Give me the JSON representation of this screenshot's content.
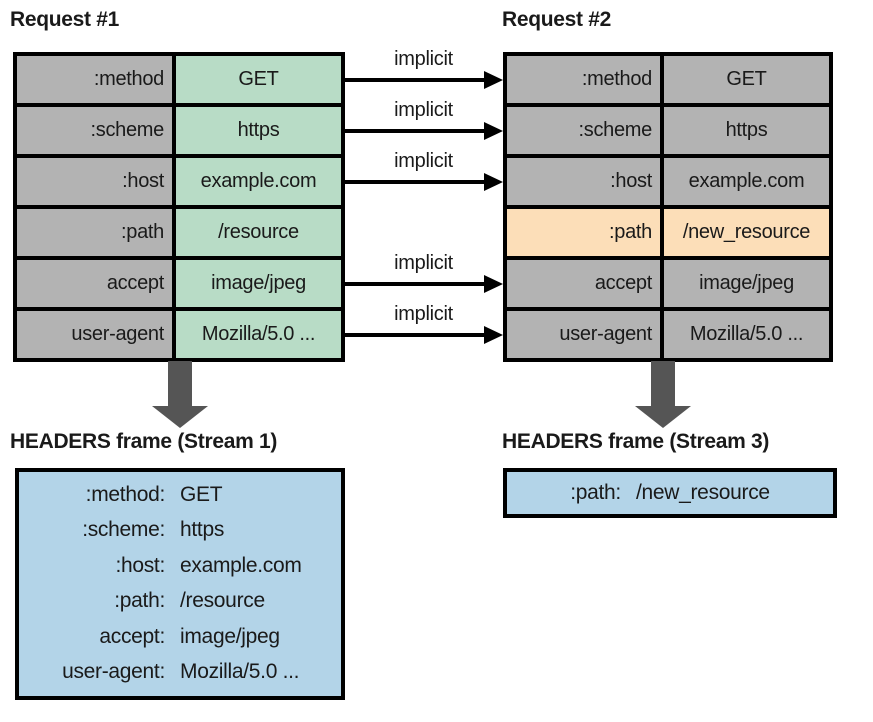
{
  "colors": {
    "cell_gray": "#b3b3b3",
    "cell_green": "#b8dcc6",
    "cell_orange": "#fcdeb8",
    "frame_blue": "#b3d4e8",
    "arrow_dark": "#555555",
    "border": "#000000"
  },
  "request1": {
    "title": "Request #1",
    "rows": [
      {
        "key": ":method",
        "value": "GET"
      },
      {
        "key": ":scheme",
        "value": "https"
      },
      {
        "key": ":host",
        "value": "example.com"
      },
      {
        "key": ":path",
        "value": "/resource"
      },
      {
        "key": "accept",
        "value": "image/jpeg"
      },
      {
        "key": "user-agent",
        "value": "Mozilla/5.0 ..."
      }
    ]
  },
  "request2": {
    "title": "Request #2",
    "rows": [
      {
        "key": ":method",
        "value": "GET"
      },
      {
        "key": ":scheme",
        "value": "https"
      },
      {
        "key": ":host",
        "value": "example.com"
      },
      {
        "key": ":path",
        "value": "/new_resource",
        "highlighted": true
      },
      {
        "key": "accept",
        "value": "image/jpeg"
      },
      {
        "key": "user-agent",
        "value": "Mozilla/5.0 ..."
      }
    ]
  },
  "arrows": {
    "label": "implicit",
    "count": 5
  },
  "frame1": {
    "title": "HEADERS frame (Stream 1)",
    "lines": [
      {
        "key": ":method:",
        "value": "GET"
      },
      {
        "key": ":scheme:",
        "value": "https"
      },
      {
        "key": ":host:",
        "value": "example.com"
      },
      {
        "key": ":path:",
        "value": "/resource"
      },
      {
        "key": "accept:",
        "value": "image/jpeg"
      },
      {
        "key": "user-agent:",
        "value": "Mozilla/5.0 ..."
      }
    ]
  },
  "frame2": {
    "title": "HEADERS frame (Stream 3)",
    "lines": [
      {
        "key": ":path:",
        "value": "/new_resource"
      }
    ]
  }
}
